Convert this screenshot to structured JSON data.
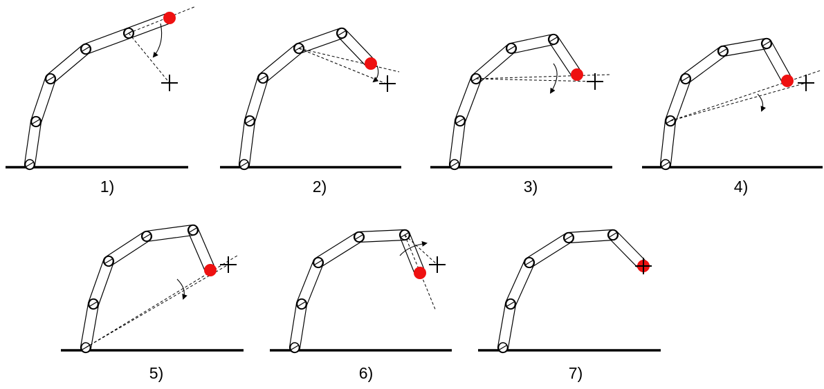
{
  "figure": {
    "panels": [
      {
        "label": "1)"
      },
      {
        "label": "2)"
      },
      {
        "label": "3)"
      },
      {
        "label": "4)"
      },
      {
        "label": "5)"
      },
      {
        "label": "6)"
      },
      {
        "label": "7)"
      }
    ],
    "colors": {
      "ink": "#000000",
      "end_effector": "#ee1111",
      "background": "#ffffff"
    }
  }
}
